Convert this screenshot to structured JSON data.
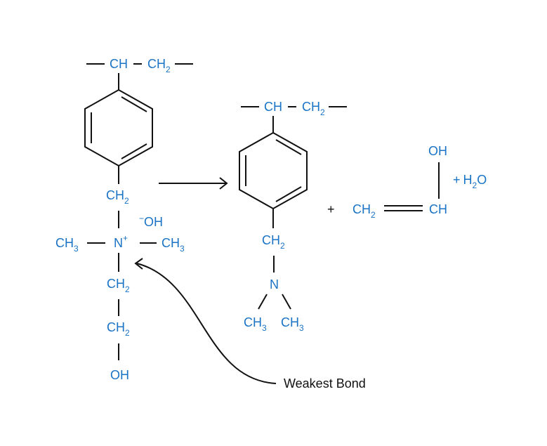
{
  "reactant": {
    "backbone_ch": "CH",
    "backbone_ch2": "CH",
    "backbone_ch2_sub": "2",
    "benzyl_ch2": "CH",
    "benzyl_ch2_sub": "2",
    "counter_ion_minus": "−",
    "counter_ion": "OH",
    "nitrogen": "N",
    "nitrogen_charge": "+",
    "methyl_left": "CH",
    "methyl_left_sub": "3",
    "methyl_right": "CH",
    "methyl_right_sub": "3",
    "chain_ch2_1": "CH",
    "chain_ch2_1_sub": "2",
    "chain_ch2_2": "CH",
    "chain_ch2_2_sub": "2",
    "chain_oh": "OH"
  },
  "product": {
    "backbone_ch": "CH",
    "backbone_ch2": "CH",
    "backbone_ch2_sub": "2",
    "benzyl_ch2": "CH",
    "benzyl_ch2_sub": "2",
    "nitrogen": "N",
    "methyl_left": "CH",
    "methyl_left_sub": "3",
    "methyl_right": "CH",
    "methyl_right_sub": "3"
  },
  "vinyl_alcohol": {
    "plus": "+",
    "ch2": "CH",
    "ch2_sub": "2",
    "ch": "CH",
    "oh": "OH"
  },
  "water": {
    "plus": "+",
    "h": "H",
    "h_sub": "2",
    "o": "O"
  },
  "annotation": {
    "label": "Weakest Bond"
  },
  "colors": {
    "chem_text": "#1a73c4",
    "bond": "#111111",
    "background": "#ffffff"
  }
}
